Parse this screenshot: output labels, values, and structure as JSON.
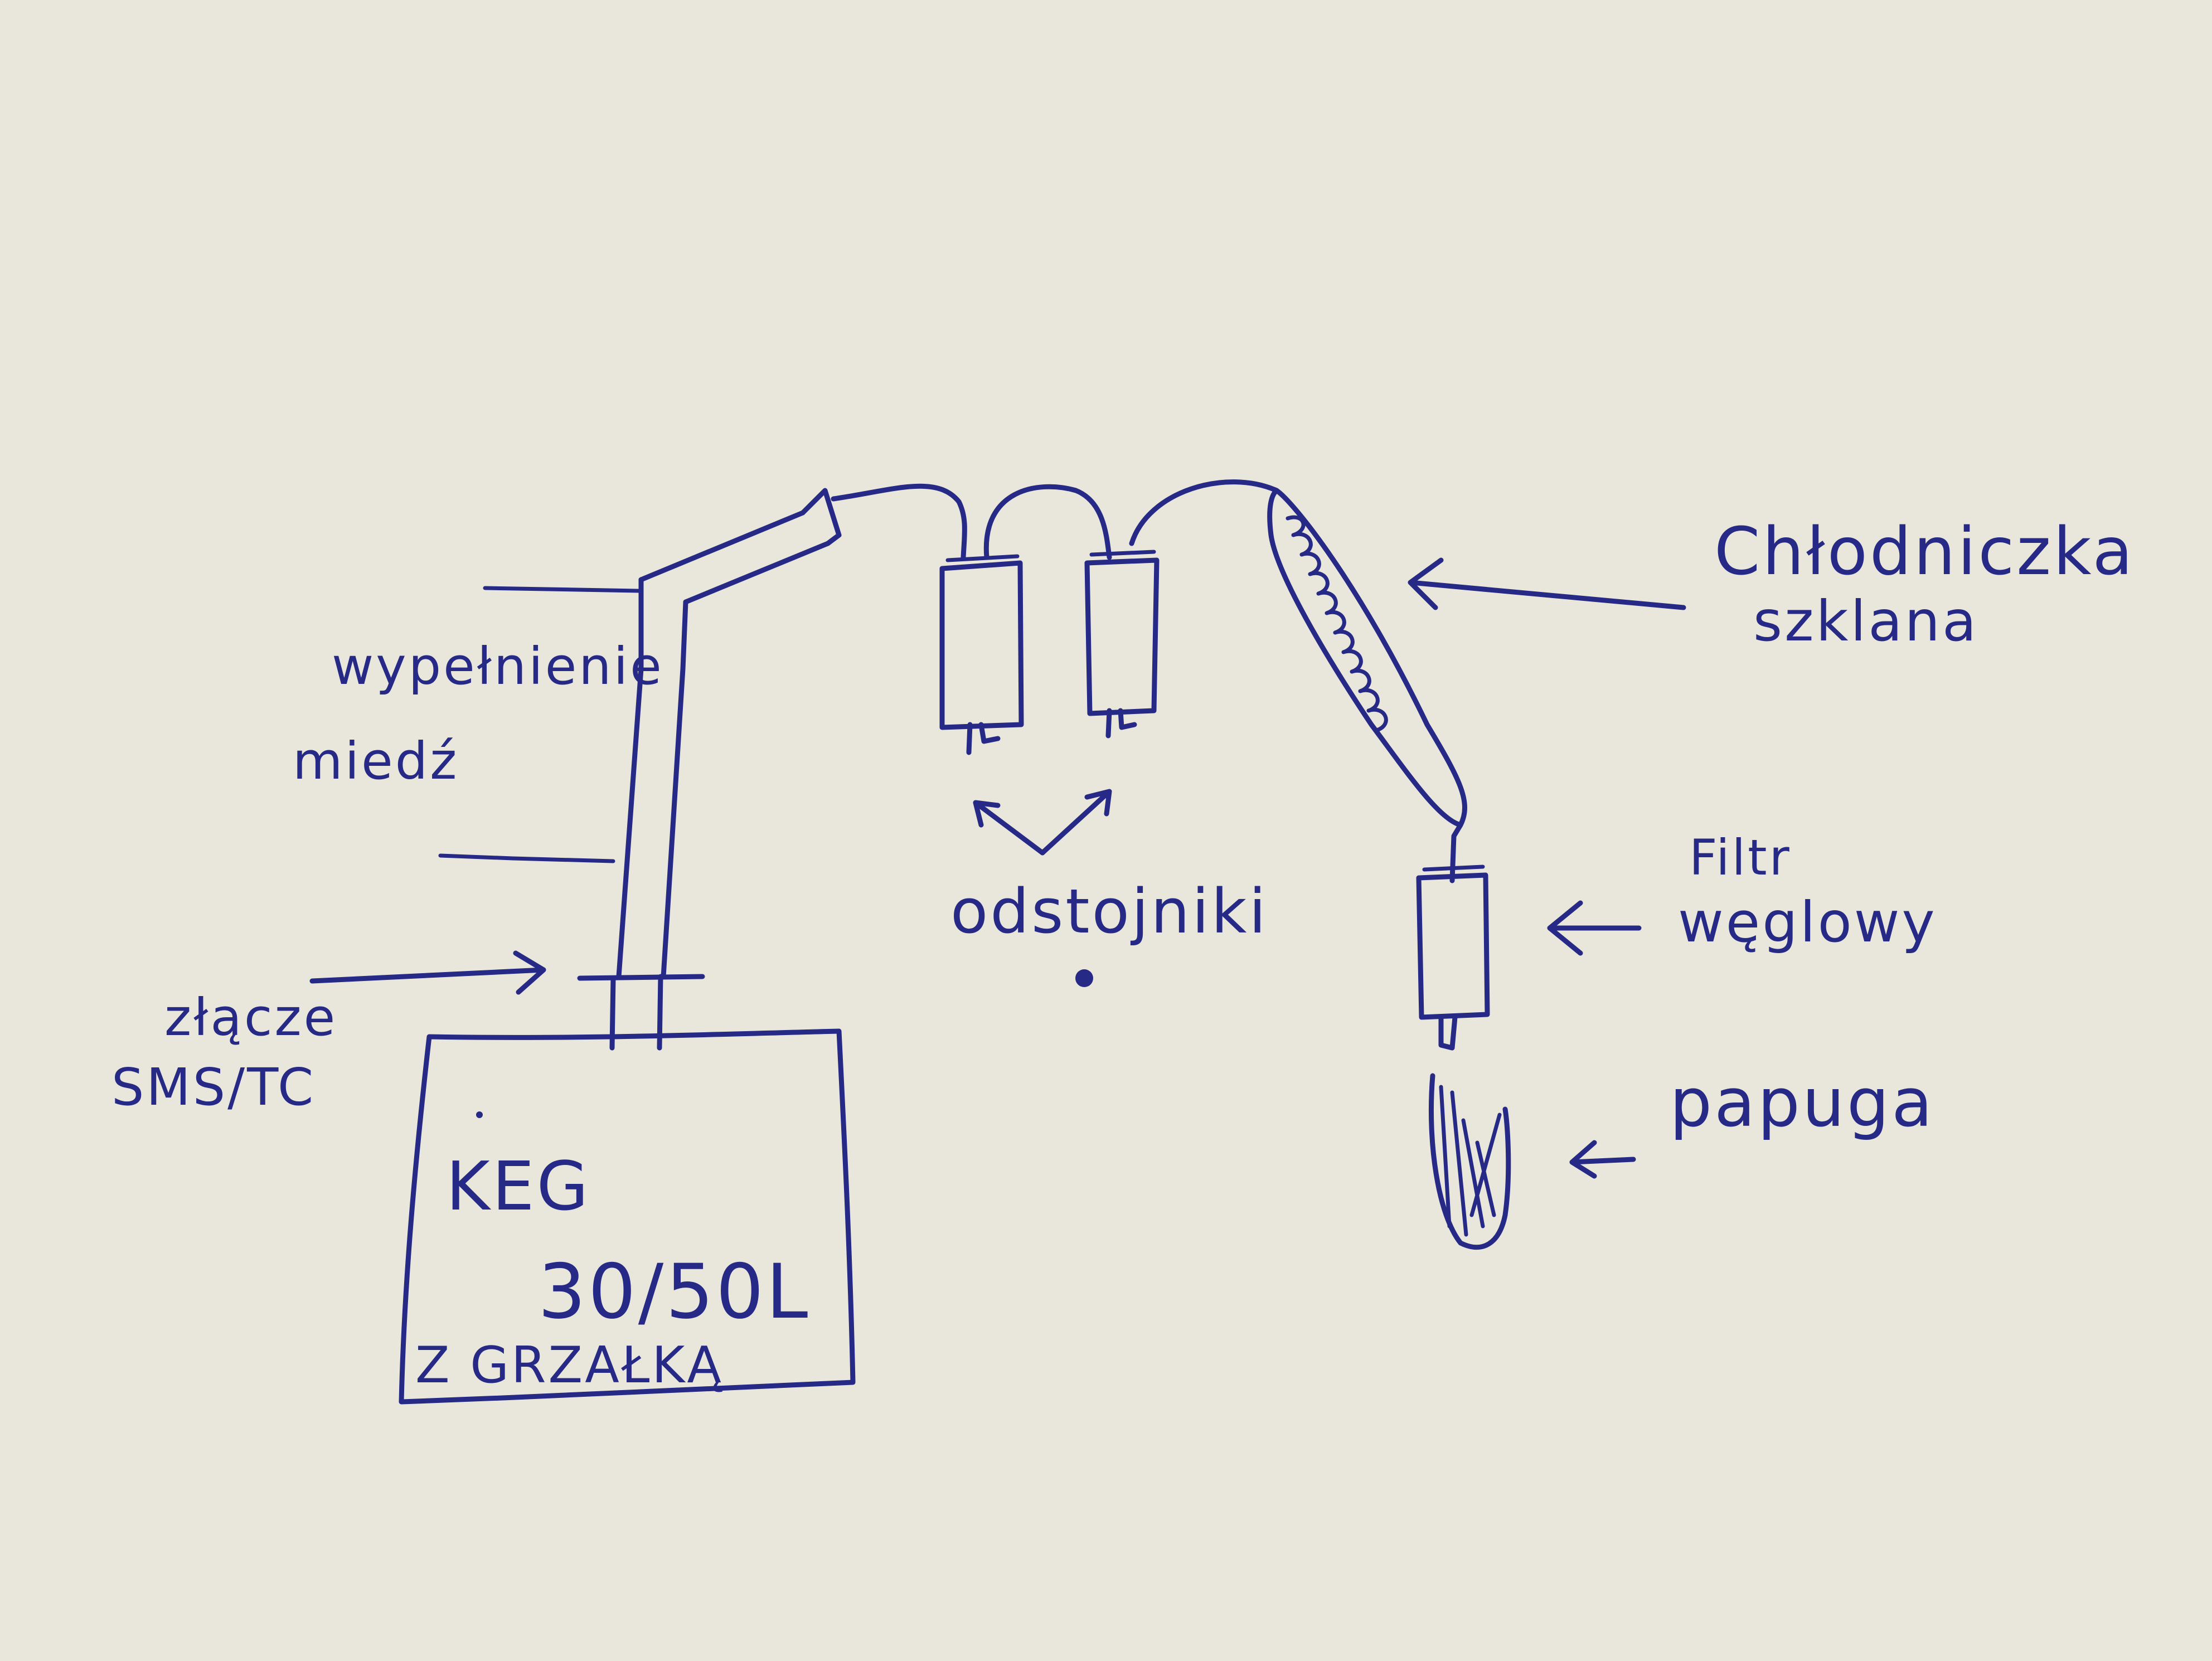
{
  "keg": {
    "line1": "KEG",
    "line2": "30/50L",
    "line3": "Z GRZAŁKĄ"
  },
  "labels": {
    "wypelnienie_line1": "wypełnienie",
    "wypelnienie_line2": "miedź",
    "zlacze_line1": "złącze",
    "zlacze_line2": "SMS/TC",
    "odstojniki": "odstojniki",
    "chlodniczka_line1": "Chłodniczka",
    "chlodniczka_line2": "szklana",
    "filtr_line1": "Filtr",
    "filtr_line2": "węglowy",
    "papuga": "papuga"
  },
  "colors": {
    "paper": "#e9e6dc",
    "ink": "#262a86"
  }
}
